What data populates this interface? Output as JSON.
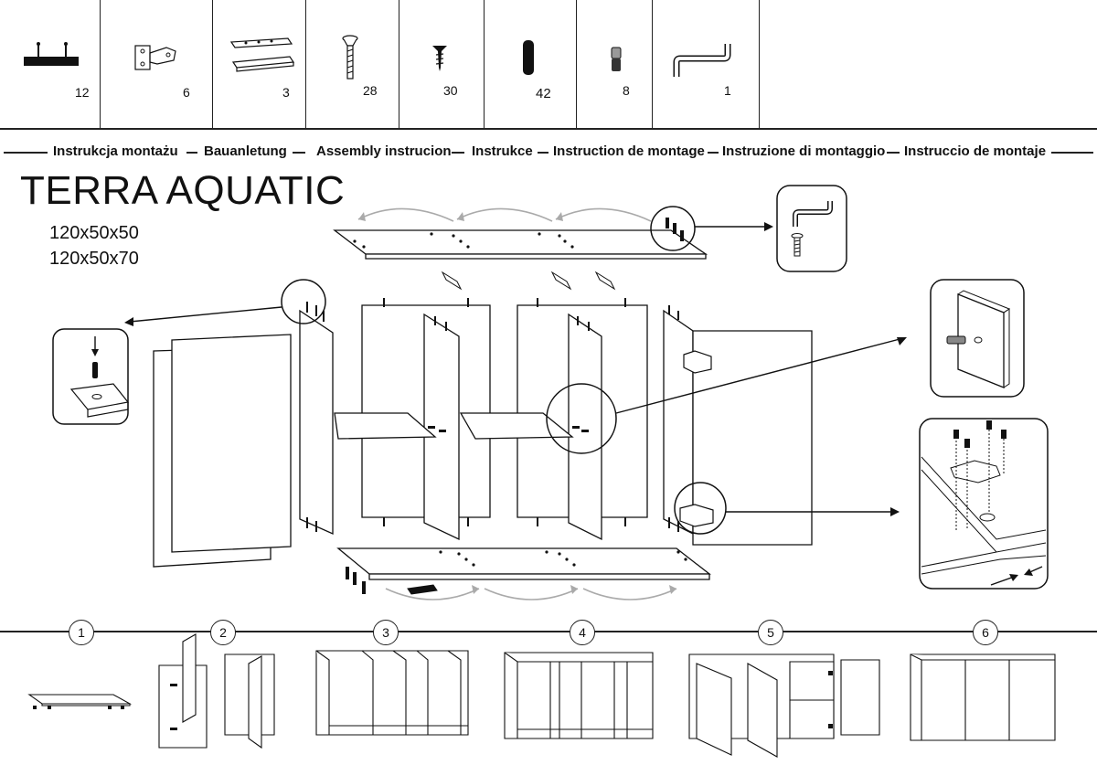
{
  "parts": [
    {
      "icon": "dowel-strip-icon",
      "count": "12"
    },
    {
      "icon": "hinge-icon",
      "count": "6"
    },
    {
      "icon": "connector-bar-icon",
      "count": "3"
    },
    {
      "icon": "countersunk-screw-icon",
      "count": "28"
    },
    {
      "icon": "short-screw-icon",
      "count": "30"
    },
    {
      "icon": "wooden-dowel-icon",
      "count": "42"
    },
    {
      "icon": "cam-pin-icon",
      "count": "8"
    },
    {
      "icon": "allen-key-icon",
      "count": "1"
    }
  ],
  "languages": [
    "Instrukcja montażu",
    "Bauanletung",
    "Assembly instrucion",
    "Instrukce",
    "Instruction de montage",
    "Instruzione di montaggio",
    "Instruccio de montaje"
  ],
  "product": {
    "name": "TERRA AQUATIC",
    "sizes": [
      "120x50x50",
      "120x50x70"
    ]
  },
  "steps": [
    "1",
    "2",
    "3",
    "4",
    "5",
    "6"
  ]
}
